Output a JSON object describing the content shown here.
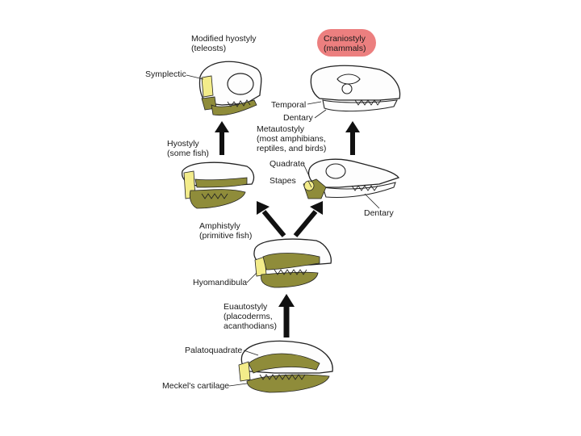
{
  "labels": {
    "modified_hyostyly": "Modified hyostyly",
    "teleosts": "(teleosts)",
    "craniostyly": "Craniostyly",
    "mammals": "(mammals)",
    "symplectic": "Symplectic",
    "temporal": "Temporal",
    "dentary_top": "Dentary",
    "metautostyly": "Metautostyly",
    "most_amphibians": "(most amphibians,",
    "reptiles_birds": "reptiles, and birds)",
    "hyostyly": "Hyostyly",
    "some_fish": "(some fish)",
    "quadrate": "Quadrate",
    "stapes": "Stapes",
    "dentary_mid": "Dentary",
    "amphistyly": "Amphistyly",
    "primitive_fish": "(primitive fish)",
    "hyomandibula": "Hyomandibula",
    "euautostyly": "Euautostyly",
    "placoderms": "(placoderms,",
    "acanthodians": "acanthodians)",
    "palatoquadrate": "Palatoquadrate",
    "meckels_cartilage": "Meckel's cartilage"
  },
  "colors": {
    "olive": "#8f8c3a",
    "olive_dark": "#6b6a26",
    "yellow": "#f3ec8a",
    "outline": "#222222",
    "highlight": "#ec7f7f"
  }
}
